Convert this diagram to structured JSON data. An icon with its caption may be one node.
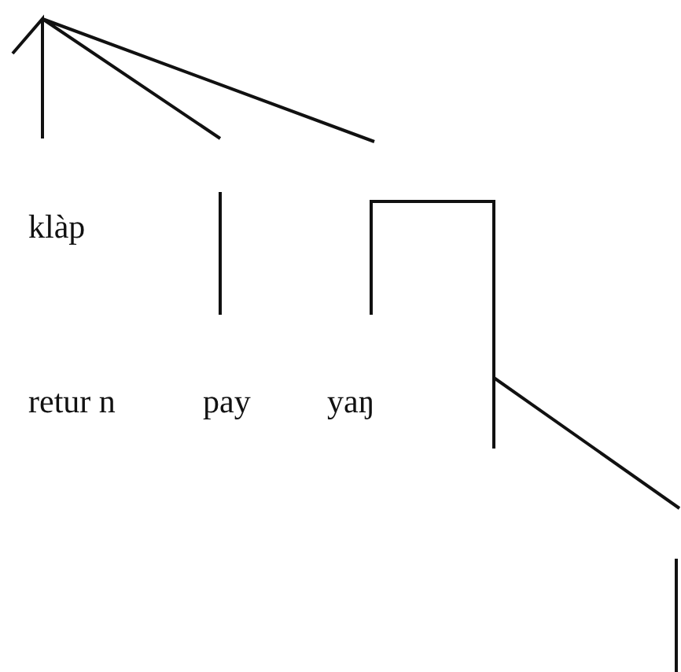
{
  "diagram": {
    "labels": [
      "klàp",
      "retur n",
      "pay",
      "yaŋ"
    ]
  }
}
